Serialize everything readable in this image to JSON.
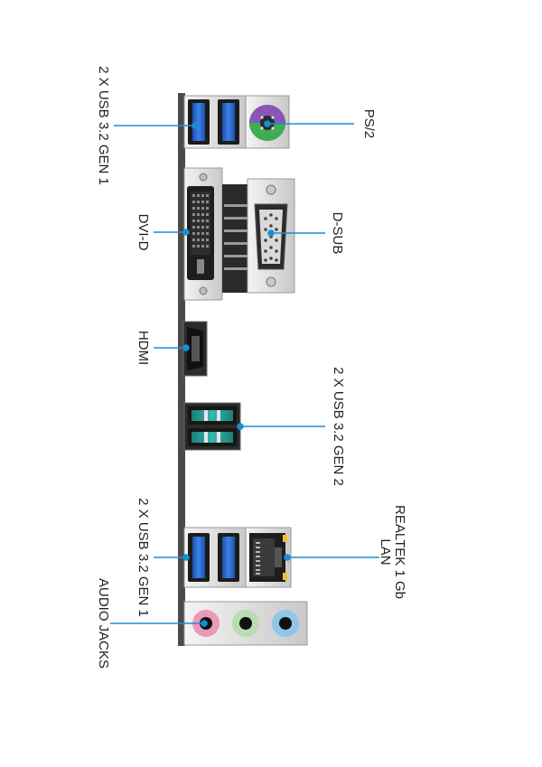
{
  "labels": {
    "usb_top": "2 X USB 3.2 GEN 1",
    "ps2": "PS/2",
    "dvi": "DVI-D",
    "dsub": "D-SUB",
    "hdmi": "HDMI",
    "usb_gen2": "2 X USB 3.2 GEN 2",
    "usb_bottom": "2 X USB 3.2 GEN 1",
    "lan_line1": "REALTEK 1 Gb",
    "lan_line2": "LAN",
    "audio": "AUDIO JACKS"
  },
  "colors": {
    "leader": "#1a8fd0",
    "usb_gen1": "#2f6fd6",
    "usb_gen2": "#2aa39a",
    "ps2_purple": "#8a55b8",
    "ps2_green": "#3fae53",
    "audio_pink": "#e99ab8",
    "audio_green": "#b8ddb0",
    "audio_blue": "#8fc6ea",
    "metal": "#dcdcdc",
    "panel": "#505050"
  }
}
